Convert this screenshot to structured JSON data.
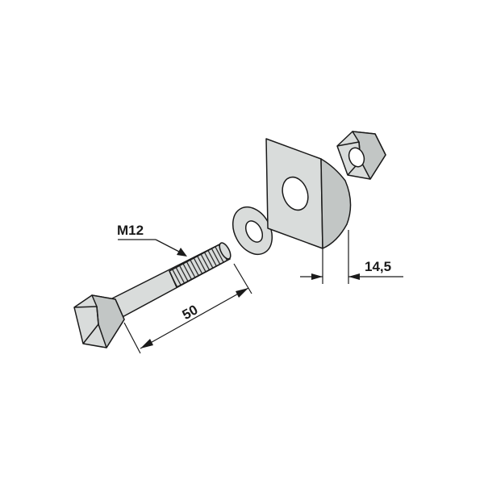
{
  "labels": {
    "thread": "M12",
    "bolt_length": "50",
    "bracket_thickness": "14,5"
  },
  "colors": {
    "part_fill": "#d9dcdb",
    "part_shade": "#c2c6c5",
    "stroke": "#1a1a1a"
  }
}
